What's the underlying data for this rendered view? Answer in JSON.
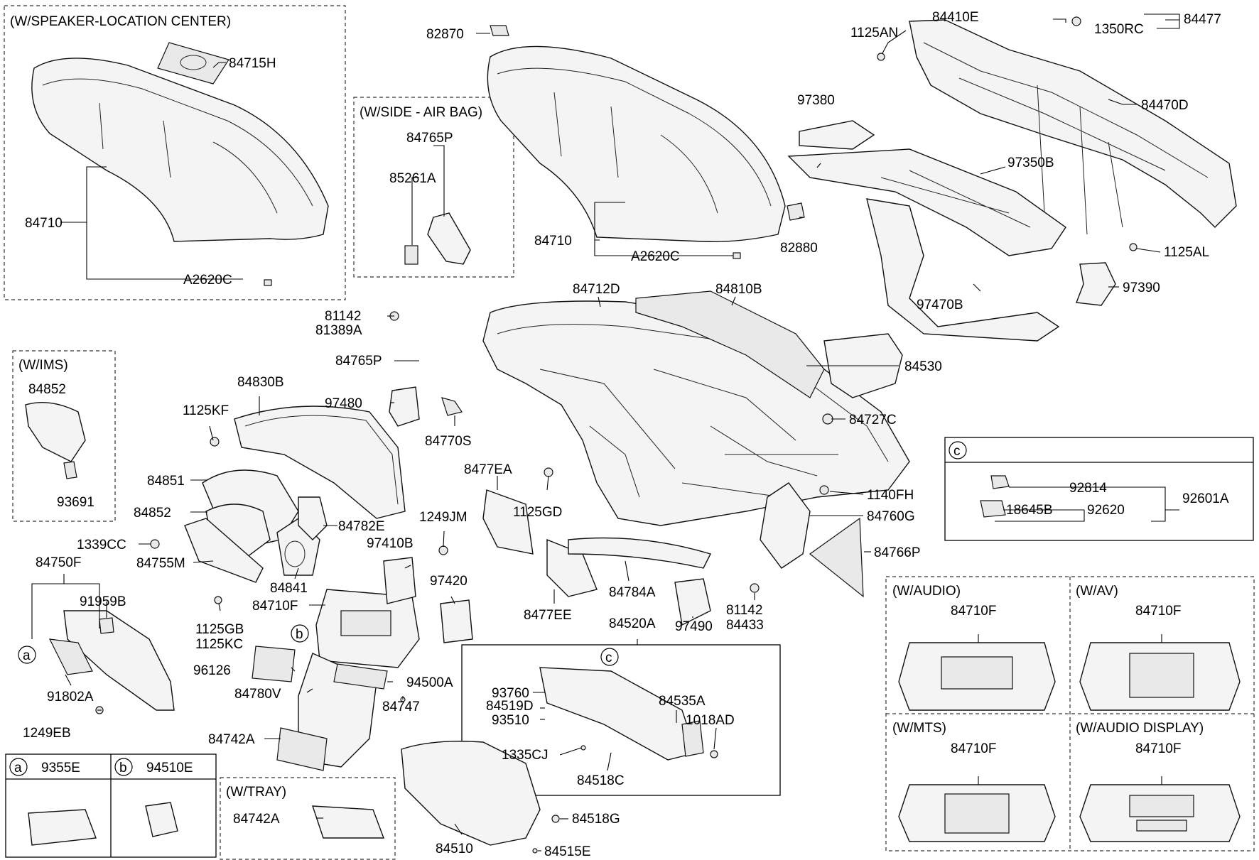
{
  "boxes": {
    "speaker_center": "(W/SPEAKER-LOCATION CENTER)",
    "side_airbag": "(W/SIDE - AIR BAG)",
    "ims": "(W/IMS)",
    "tray": "(W/TRAY)",
    "audio": "(W/AUDIO)",
    "av": "(W/AV)",
    "mts": "(W/MTS)",
    "audio_display": "(W/AUDIO DISPLAY)"
  },
  "callouts": {
    "a": "a",
    "b": "b",
    "c": "c"
  },
  "legend": {
    "a_part": "9355E",
    "b_part": "94510E"
  },
  "labels": {
    "l84715H": "84715H",
    "l84710_left": "84710",
    "lA2620C_left": "A2620C",
    "l84765P_box": "84765P",
    "l85261A": "85261A",
    "l82870": "82870",
    "l84710_top": "84710",
    "lA2620C_top": "A2620C",
    "l1125AN": "1125AN",
    "l84410E": "84410E",
    "l1350RC": "1350RC",
    "l84477": "84477",
    "l84470D": "84470D",
    "l97380": "97380",
    "l97350B": "97350B",
    "l82880": "82880",
    "l1125AL": "1125AL",
    "l97470B": "97470B",
    "l97390": "97390",
    "l84712D": "84712D",
    "l84810B": "84810B",
    "l81142_a": "81142",
    "l81389A": "81389A",
    "l84765P": "84765P",
    "l84530": "84530",
    "l97480": "97480",
    "l84770S": "84770S",
    "l84727C": "84727C",
    "l84852_ims": "84852",
    "l93691": "93691",
    "l84830B": "84830B",
    "l1125KF": "1125KF",
    "l84851": "84851",
    "l84852": "84852",
    "l1339CC": "1339CC",
    "l84782E": "84782E",
    "l84750F": "84750F",
    "l84755M": "84755M",
    "l84841": "84841",
    "l91959B": "91959B",
    "l1125GB": "1125GB",
    "l1125KC": "1125KC",
    "l84710F": "84710F",
    "l96126": "96126",
    "l91802A": "91802A",
    "l84780V": "84780V",
    "l1249EB": "1249EB",
    "l84742A": "84742A",
    "l8477EA": "8477EA",
    "l1125GD": "1125GD",
    "l1249JM": "1249JM",
    "l97410B": "97410B",
    "l97420": "97420",
    "l8477EE": "8477EE",
    "l84784A": "84784A",
    "l97490": "97490",
    "l81142_b": "81142",
    "l84433": "84433",
    "l1140FH": "1140FH",
    "l84760G": "84760G",
    "l84766P": "84766P",
    "l84520A": "84520A",
    "l94500A": "94500A",
    "l84747": "84747",
    "l93760": "93760",
    "l84519D": "84519D",
    "l93510": "93510",
    "l84535A": "84535A",
    "l1018AD": "1018AD",
    "l1335CJ": "1335CJ",
    "l84518C": "84518C",
    "l84742A_tray": "84742A",
    "l84518G": "84518G",
    "l84510": "84510",
    "l84515E": "84515E",
    "l92814": "92814",
    "l18645B": "18645B",
    "l92620": "92620",
    "l92601A": "92601A",
    "l84710F_audio": "84710F",
    "l84710F_av": "84710F",
    "l84710F_mts": "84710F",
    "l84710F_disp": "84710F"
  }
}
